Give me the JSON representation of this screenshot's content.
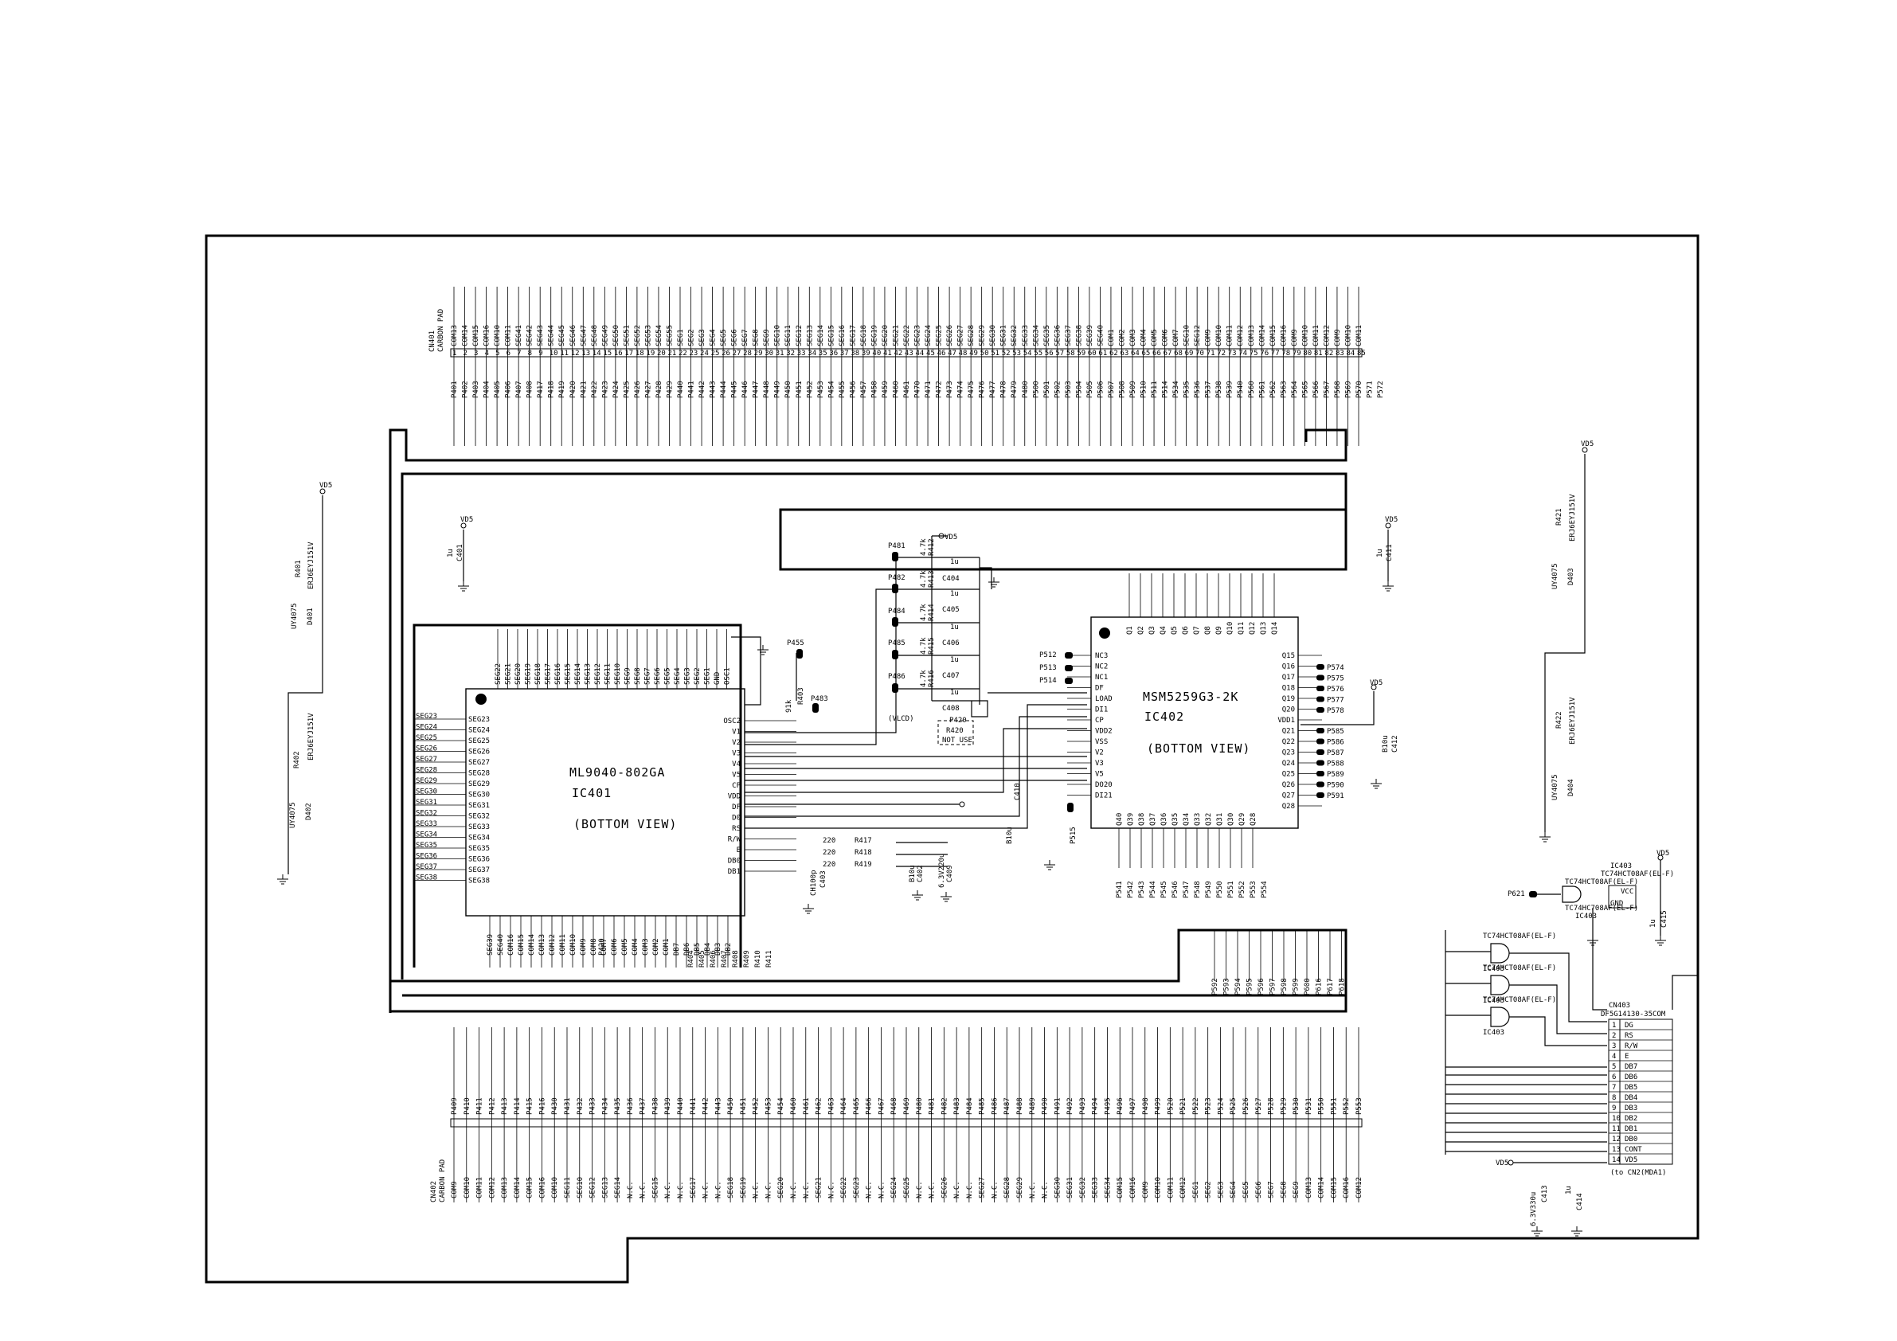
{
  "cn401": {
    "ref": "CN401",
    "type": "CARBON PAD",
    "signals": [
      "COM13",
      "COM14",
      "COM15",
      "COM16",
      "COM10",
      "COM11",
      "SEG41",
      "SEG42",
      "SEG43",
      "SEG44",
      "SEG45",
      "SEG46",
      "SEG47",
      "SEG48",
      "SEG49",
      "SEG50",
      "SEG51",
      "SEG52",
      "SEG53",
      "SEG54",
      "SEG55",
      "SEG1",
      "SEG2",
      "SEG3",
      "SEG4",
      "SEG5",
      "SEG6",
      "SEG7",
      "SEG8",
      "SEG9",
      "SEG10",
      "SEG11",
      "SEG12",
      "SEG13",
      "SEG14",
      "SEG15",
      "SEG16",
      "SEG17",
      "SEG18",
      "SEG19",
      "SEG20",
      "SEG21",
      "SEG22",
      "SEG23",
      "SEG24",
      "SEG25",
      "SEG26",
      "SEG27",
      "SEG28",
      "SEG29",
      "SEG30",
      "SEG31",
      "SEG32",
      "SEG33",
      "SEG34",
      "SEG35",
      "SEG36",
      "SEG37",
      "SEG38",
      "SEG39",
      "SEG40",
      "COM1",
      "COM2",
      "COM3",
      "COM4",
      "COM5",
      "COM6",
      "COM7",
      "SEG10",
      "SEG12",
      "COM9",
      "COM10",
      "COM11",
      "COM12",
      "COM13",
      "COM14",
      "COM15",
      "COM16",
      "COM9",
      "COM10",
      "COM11",
      "COM12",
      "COM9",
      "COM10",
      "COM11"
    ],
    "pads": [
      "P401",
      "P402",
      "P403",
      "P404",
      "P405",
      "P406",
      "P407",
      "P408",
      "P417",
      "P418",
      "P419",
      "P420",
      "P421",
      "P422",
      "P423",
      "P424",
      "P425",
      "P426",
      "P427",
      "P428",
      "P429",
      "P440",
      "P441",
      "P442",
      "P443",
      "P444",
      "P445",
      "P446",
      "P447",
      "P448",
      "P449",
      "P450",
      "P451",
      "P452",
      "P453",
      "P454",
      "P455",
      "P456",
      "P457",
      "P458",
      "P459",
      "P460",
      "P461",
      "P470",
      "P471",
      "P472",
      "P473",
      "P474",
      "P475",
      "P476",
      "P477",
      "P478",
      "P479",
      "P480",
      "P500",
      "P501",
      "P502",
      "P503",
      "P504",
      "P505",
      "P506",
      "P507",
      "P508",
      "P509",
      "P510",
      "P511",
      "P514",
      "P534",
      "P535",
      "P536",
      "P537",
      "P538",
      "P539",
      "P540",
      "P560",
      "P561",
      "P562",
      "P563",
      "P564",
      "P565",
      "P566",
      "P567",
      "P568",
      "P569",
      "P570",
      "P571",
      "P572"
    ]
  },
  "cn402": {
    "ref": "CN402",
    "type": "CARBON PAD",
    "signals": [
      "COM9",
      "COM10",
      "COM11",
      "COM12",
      "COM13",
      "COM14",
      "COM15",
      "COM16",
      "COM10",
      "SEG11",
      "SEG10",
      "SEG12",
      "SEG13",
      "SEG14",
      "N.C.",
      "N.C.",
      "SEG15",
      "N.C.",
      "N.C.",
      "SEG17",
      "N.C.",
      "N.C.",
      "SEG18",
      "SEG19",
      "N.C.",
      "N.C.",
      "SEG20",
      "N.C.",
      "N.C.",
      "SEG21",
      "N.C.",
      "SEG22",
      "SEG23",
      "N.C.",
      "N.C.",
      "SEG24",
      "SEG25",
      "N.C.",
      "N.C.",
      "SEG26",
      "N.C.",
      "N.C.",
      "SEG27",
      "N.C.",
      "SEG28",
      "SEG29",
      "N.C.",
      "N.C.",
      "SEG30",
      "SEG31",
      "SEG32",
      "SEG33",
      "SEG34",
      "COM15",
      "COM16",
      "COM9",
      "COM10",
      "COM11",
      "COM12",
      "SEG1",
      "SEG2",
      "SEG3",
      "SEG4",
      "SEG5",
      "SEG6",
      "SEG7",
      "SEG8",
      "SEG9",
      "COM13",
      "COM14",
      "COM15",
      "COM16",
      "COM12"
    ],
    "pads": [
      "P409",
      "P410",
      "P411",
      "P412",
      "P413",
      "P414",
      "P415",
      "P416",
      "P430",
      "P431",
      "P432",
      "P433",
      "P434",
      "P435",
      "P436",
      "P437",
      "P438",
      "P439",
      "P440",
      "P441",
      "P442",
      "P443",
      "P450",
      "P451",
      "P452",
      "P453",
      "P454",
      "P460",
      "P461",
      "P462",
      "P463",
      "P464",
      "P465",
      "P466",
      "P467",
      "P468",
      "P469",
      "P480",
      "P481",
      "P482",
      "P483",
      "P484",
      "P485",
      "P486",
      "P487",
      "P488",
      "P489",
      "P490",
      "P491",
      "P492",
      "P493",
      "P494",
      "P495",
      "P496",
      "P497",
      "P498",
      "P499",
      "P520",
      "P521",
      "P522",
      "P523",
      "P524",
      "P525",
      "P526",
      "P527",
      "P528",
      "P529",
      "P530",
      "P531",
      "P550",
      "P551",
      "P552",
      "P553"
    ]
  },
  "ic401": {
    "part": "ML9040-802GA",
    "ref": "IC401",
    "view": "(BOTTOM VIEW)",
    "top_pins": [
      "SEG22",
      "SEG21",
      "SEG20",
      "SEG19",
      "SEG18",
      "SEG17",
      "SEG16",
      "SEG15",
      "SEG14",
      "SEG13",
      "SEG12",
      "SEG11",
      "SEG10",
      "SEG9",
      "SEG8",
      "SEG7",
      "SEG6",
      "SEG5",
      "SEG4",
      "SEG3",
      "SEG2",
      "SEG1",
      "GND",
      "OSC1"
    ],
    "left_pins": [
      "SEG23",
      "SEG24",
      "SEG25",
      "SEG26",
      "SEG27",
      "SEG28",
      "SEG29",
      "SEG30",
      "SEG31",
      "SEG32",
      "SEG33",
      "SEG34",
      "SEG35",
      "SEG36",
      "SEG37",
      "SEG38"
    ],
    "right_pins": [
      "OSC2",
      "V1",
      "V2",
      "V3",
      "V4",
      "V5",
      "CP",
      "VDD",
      "DF",
      "D0",
      "RS",
      "R/W",
      "E",
      "DB0",
      "DB1"
    ],
    "bottom_pins": [
      "SEG39",
      "SEG40",
      "COM16",
      "COM15",
      "COM14",
      "COM13",
      "COM12",
      "COM11",
      "COM10",
      "COM9",
      "COM8",
      "COM7",
      "COM6",
      "COM5",
      "COM4",
      "COM3",
      "COM2",
      "COM1",
      "DB7",
      "DB6",
      "DB5",
      "DB4",
      "DB3",
      "DB2"
    ]
  },
  "ic402": {
    "part": "MSM5259G3-2K",
    "ref": "IC402",
    "view": "(BOTTOM VIEW)",
    "top_pins": [
      "Q1",
      "Q2",
      "Q3",
      "Q4",
      "Q5",
      "Q6",
      "Q7",
      "Q8",
      "Q9",
      "Q10",
      "Q11",
      "Q12",
      "Q13",
      "Q14"
    ],
    "left_pins": [
      "NC3",
      "NC2",
      "NC1",
      "DF",
      "LOAD",
      "DI1",
      "CP",
      "VDD2",
      "VSS",
      "V2",
      "V3",
      "V5",
      "DO20",
      "DI21"
    ],
    "right_pins": [
      "Q15",
      "Q16",
      "Q17",
      "Q18",
      "Q19",
      "Q20",
      "VDD1",
      "Q21",
      "Q22",
      "Q23",
      "Q24",
      "Q25",
      "Q26",
      "Q27",
      "Q28"
    ],
    "bottom_pins": [
      "Q40",
      "Q39",
      "Q38",
      "Q37",
      "Q36",
      "Q35",
      "Q34",
      "Q33",
      "Q32",
      "Q31",
      "Q30",
      "Q29",
      "Q28"
    ]
  },
  "components": {
    "c401": "C401",
    "c401_val": "1u",
    "c411": "C411",
    "c411_val": "1u",
    "c404": "C404",
    "c405": "C405",
    "c406": "C406",
    "c407": "C407",
    "c408": "C408",
    "c_small_val": "1u",
    "r412": "R412",
    "r413": "R413",
    "r414": "R414",
    "r415": "R415",
    "r416": "R416",
    "r_small_val": "4.7k",
    "r403": "R403",
    "r403_val": "91k",
    "r417": "R417",
    "r418": "R418",
    "r419": "R419",
    "r_220": "220",
    "r420": "R420",
    "r420_note": "NOT USE",
    "c402": "C402",
    "c402_val": "B10u",
    "c409": "C409",
    "c409_val": "6.3V220u",
    "c403": "C403",
    "c403_val": "CH100p",
    "c410": "C410",
    "c410_val": "B10u",
    "c412": "C412",
    "c412_val": "B10u",
    "c413": "C413",
    "c413_val": "6.3V330u",
    "c414": "C414",
    "c414_val": "1u",
    "c415": "C415",
    "c415_val": "1u",
    "d401": "D401",
    "d402": "D402",
    "d403": "D403",
    "d404": "D404",
    "d_part": "UY4075",
    "r401": "R401",
    "r402": "R402",
    "r421": "R421",
    "r422": "R422",
    "r_led_val": "ERJ6EYJ151V",
    "ic403": "IC403",
    "ic403_part": "TC74HCT08AF(EL-F)",
    "ic403_part2": "TC74HC708AF(EL-F)",
    "vcc": "VCC",
    "gnd": "GND",
    "vlcd": "(VLCD)",
    "vd5": "VD5"
  },
  "test_points": {
    "p481": "P481",
    "p482": "P482",
    "p484": "P484",
    "p485": "P485",
    "p486": "P486",
    "p455": "P455",
    "p483": "P483",
    "p512": "P512",
    "p513": "P513",
    "p514": "P514",
    "p515": "P515",
    "p420": "P420",
    "p621": "P621",
    "right_pads": [
      "P574",
      "P575",
      "P576",
      "P577",
      "P578",
      "P585",
      "P586",
      "P587",
      "P588",
      "P589",
      "P590",
      "P591"
    ],
    "ic402_bottom_pads": [
      "P541",
      "P542",
      "P543",
      "P544",
      "P545",
      "P546",
      "P547",
      "P548",
      "P549",
      "P550",
      "P551",
      "P552",
      "P553",
      "P554"
    ],
    "ic401_bottom_r": [
      "R404",
      "R405",
      "R406",
      "R407",
      "R408",
      "R409",
      "R410",
      "R411"
    ],
    "cn403_pads": [
      "P592",
      "P593",
      "P594",
      "P595",
      "P596",
      "P597",
      "P598",
      "P599",
      "P600",
      "P616",
      "P617",
      "P618"
    ]
  },
  "cn403": {
    "ref": "CN403",
    "part": "DF5G14130-35COM",
    "dest": "(to CN2(MDA1)",
    "pins": [
      {
        "num": "1",
        "sig": "DG"
      },
      {
        "num": "2",
        "sig": "RS"
      },
      {
        "num": "3",
        "sig": "R/W"
      },
      {
        "num": "4",
        "sig": "E"
      },
      {
        "num": "5",
        "sig": "DB7"
      },
      {
        "num": "6",
        "sig": "DB6"
      },
      {
        "num": "7",
        "sig": "DB5"
      },
      {
        "num": "8",
        "sig": "DB4"
      },
      {
        "num": "9",
        "sig": "DB3"
      },
      {
        "num": "10",
        "sig": "DB2"
      },
      {
        "num": "11",
        "sig": "DB1"
      },
      {
        "num": "12",
        "sig": "DB0"
      },
      {
        "num": "13",
        "sig": "CONT"
      },
      {
        "num": "14",
        "sig": "VD5"
      }
    ]
  }
}
